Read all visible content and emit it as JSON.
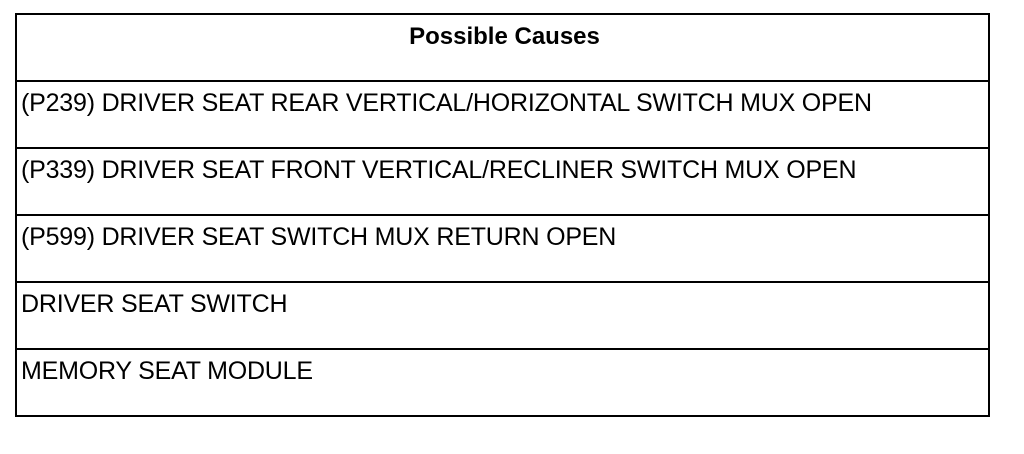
{
  "table": {
    "header": "Possible Causes",
    "rows": [
      "(P239) DRIVER SEAT REAR VERTICAL/HORIZONTAL SWITCH MUX OPEN",
      "(P339) DRIVER SEAT FRONT VERTICAL/RECLINER SWITCH MUX OPEN",
      "(P599) DRIVER SEAT SWITCH MUX RETURN OPEN",
      "DRIVER SEAT SWITCH",
      "MEMORY SEAT MODULE"
    ]
  }
}
